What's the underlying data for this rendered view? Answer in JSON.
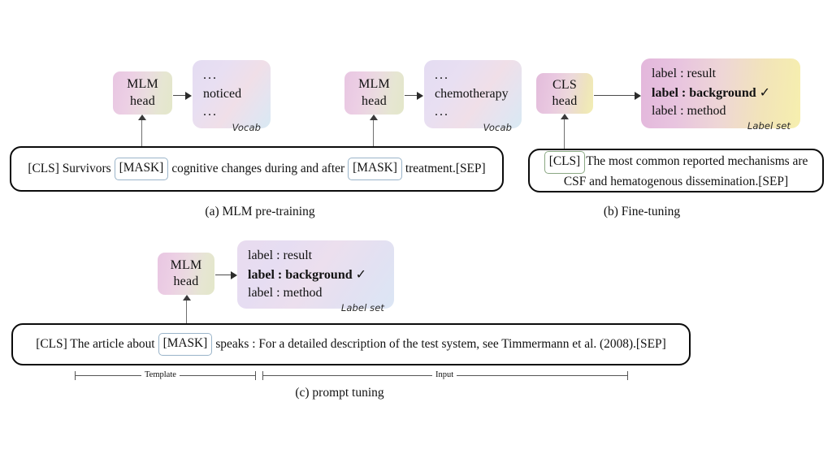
{
  "figure": {
    "panels": [
      {
        "id": "a",
        "caption": "(a) MLM pre-training",
        "heads": [
          {
            "line1": "MLM",
            "line2": "head"
          },
          {
            "line1": "MLM",
            "line2": "head"
          }
        ],
        "output_boxes": [
          {
            "tag": "Vocab",
            "lines": [
              "...",
              "noticed",
              "..."
            ]
          },
          {
            "tag": "Vocab",
            "lines": [
              "...",
              "chemotherapy",
              "..."
            ]
          }
        ],
        "sentence": {
          "seg1": "[CLS] Survivors",
          "mask1": "[MASK]",
          "seg2": "cognitive changes during and after",
          "mask2": "[MASK]",
          "seg3": "treatment.[SEP]"
        }
      },
      {
        "id": "b",
        "caption": "(b) Fine-tuning",
        "head": {
          "line1": "CLS",
          "line2": "head"
        },
        "label_set": {
          "tag": "Label set",
          "options": [
            {
              "text": "label : result",
              "selected": false
            },
            {
              "text": "label : background",
              "selected": true
            },
            {
              "text": "label : method",
              "selected": false
            }
          ],
          "check_glyph": "✓"
        },
        "sentence": {
          "cls": "[CLS]",
          "line1": "The most common reported mechanisms are",
          "line2": "CSF and hematogenous dissemination.[SEP]"
        }
      },
      {
        "id": "c",
        "caption": "(c) prompt tuning",
        "head": {
          "line1": "MLM",
          "line2": "head"
        },
        "label_set": {
          "tag": "Label set",
          "options": [
            {
              "text": "label : result",
              "selected": false
            },
            {
              "text": "label : background",
              "selected": true
            },
            {
              "text": "label : method",
              "selected": false
            }
          ],
          "check_glyph": "✓"
        },
        "sentence": {
          "seg1": "[CLS] The article about",
          "mask": "[MASK]",
          "seg2": "speaks : For a detailed description of the test system, see Timmermann et al. (2008).[SEP]"
        },
        "spans": [
          {
            "label": "Template"
          },
          {
            "label": "Input"
          }
        ]
      }
    ]
  },
  "colors": {
    "capsule_border": "#0b0b0b",
    "mask_token_border": "#9ab4c9",
    "cls_token_border": "#8aa883",
    "arrow": "#4a4a4a",
    "connector": "#6f6f6f",
    "text": "#111111",
    "background": "#ffffff"
  }
}
